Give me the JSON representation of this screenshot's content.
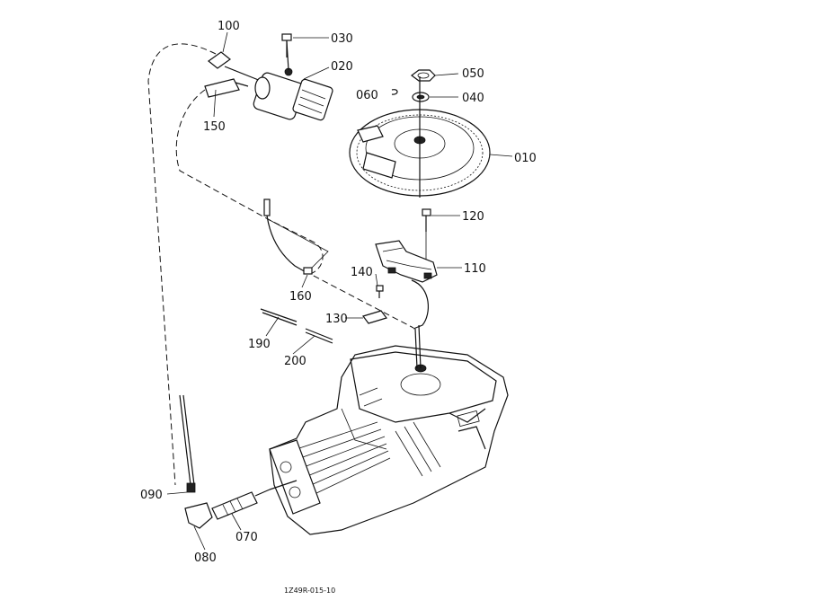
{
  "labels": [
    {
      "id": "100",
      "text": "100"
    },
    {
      "id": "030",
      "text": "030"
    },
    {
      "id": "020",
      "text": "020"
    },
    {
      "id": "150",
      "text": "150"
    },
    {
      "id": "050",
      "text": "050"
    },
    {
      "id": "060",
      "text": "060"
    },
    {
      "id": "040",
      "text": "040"
    },
    {
      "id": "010",
      "text": "010"
    },
    {
      "id": "120",
      "text": "120"
    },
    {
      "id": "140",
      "text": "140"
    },
    {
      "id": "110",
      "text": "110"
    },
    {
      "id": "160",
      "text": "160"
    },
    {
      "id": "130",
      "text": "130"
    },
    {
      "id": "190",
      "text": "190"
    },
    {
      "id": "200",
      "text": "200"
    },
    {
      "id": "090",
      "text": "090"
    },
    {
      "id": "070",
      "text": "070"
    },
    {
      "id": "080",
      "text": "080"
    }
  ],
  "footer": "1Z49R-015-10"
}
